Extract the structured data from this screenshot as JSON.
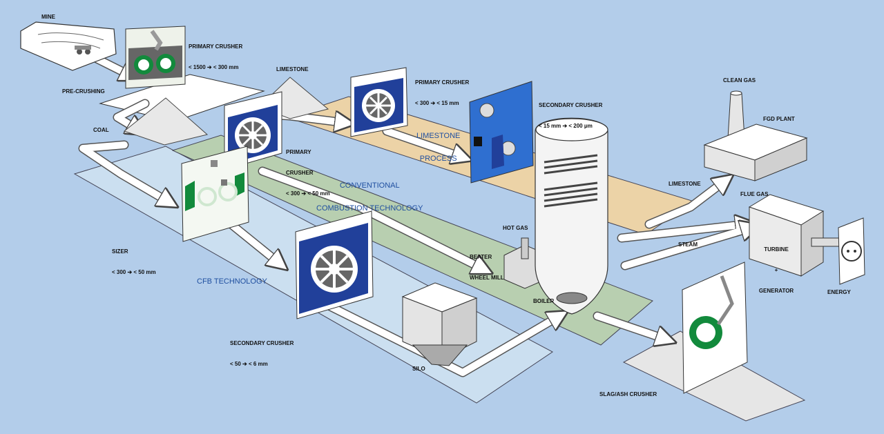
{
  "colors": {
    "background": "#b3cdea",
    "green_band": "#b8cfb0",
    "limestone_band": "#ecd3a7",
    "cfb_band": "#cbdff0",
    "crusher_blue": "#21409a",
    "crusher_green": "#128a3c",
    "label_blue": "#1f4fa0"
  },
  "labels": {
    "mine": "MINE",
    "pre_crushing": "PRE-CRUSHING",
    "coal": "COAL",
    "limestone_pile": "LIMESTONE",
    "primary_crusher_1": [
      "PRIMARY CRUSHER",
      "< 1500 ➔ < 300 mm"
    ],
    "primary_crusher_2": [
      "PRIMARY",
      "CRUSHER",
      "< 300 ➔ < 50 mm"
    ],
    "primary_crusher_3": [
      "PRIMARY CRUSHER",
      "< 300 ➔ < 15 mm"
    ],
    "secondary_crusher_lime": [
      "SECONDARY CRUSHER",
      "< 15 mm ➔ < 200 μm"
    ],
    "sizer": [
      "SIZER",
      "< 300 ➔ < 50 mm"
    ],
    "secondary_crusher_coal": [
      "SECONDARY CRUSHER",
      "< 50 ➔ < 6 mm"
    ],
    "silo": "SILO",
    "hot_gas": "HOT GAS",
    "beater_wheel_mill": [
      "BEATER",
      "WHEEL MILL"
    ],
    "boiler": "BOILER",
    "clean_gas": "CLEAN GAS",
    "fgd_plant": "FGD PLANT",
    "limestone_flow": "LIMESTONE",
    "flue_gas": "FLUE GAS",
    "steam": "STEAM",
    "turbine": [
      "TURBINE",
      "+",
      "GENERATOR"
    ],
    "energy": "ENERGY",
    "slag_ash_crusher": "SLAG/ASH CRUSHER"
  },
  "process_labels": {
    "limestone_process": [
      "LIMESTONE",
      "PROCESS"
    ],
    "conventional": [
      "CONVENTIONAL",
      "COMBUSTION TECHNOLOGY"
    ],
    "cfb": "CFB TECHNOLOGY"
  }
}
